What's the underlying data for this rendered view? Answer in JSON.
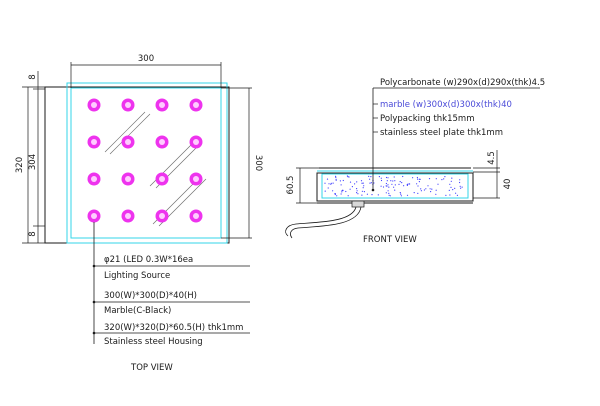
{
  "top_view": {
    "title": "TOP VIEW",
    "width_dim": "300",
    "height_dim_right": "300",
    "overall_height_dim": "320",
    "inner_height_dim": "304",
    "top_margin_dim": "8",
    "bottom_margin_dim": "8",
    "led_grid": {
      "rows": 4,
      "cols": 4
    },
    "callouts": [
      {
        "line1": "φ21 (LED 0.3W*16ea",
        "line2": "Lighting Source"
      },
      {
        "line1": "300(W)*300(D)*40(H)",
        "line2": "Marble(C-Black)"
      },
      {
        "line1": "320(W)*320(D)*60.5(H) thk1mm",
        "line2": "Stainless steel Housing"
      }
    ]
  },
  "front_view": {
    "title": "FRONT VIEW",
    "left_dim": "60.5",
    "right_dim_top": "4.5",
    "right_dim_bottom": "40",
    "layers": [
      {
        "text": "Polycarbonate (w)290x(d)290x(thk)4.5",
        "color": "#1a1a1a"
      },
      {
        "text": "marble (w)300x(d)300x(thk)40",
        "color": "#4a4ad8"
      },
      {
        "text": "Polypacking thk15mm",
        "color": "#1a1a1a"
      },
      {
        "text": "stainless steel plate thk1mm",
        "color": "#1a1a1a"
      }
    ]
  },
  "colors": {
    "outline": "#1a1a1a",
    "cyan": "#33d6e8",
    "led_fill": "#ee33ee",
    "led_core": "#ffccff",
    "marble_text": "#4a4ad8",
    "dots": "#4040ff"
  }
}
